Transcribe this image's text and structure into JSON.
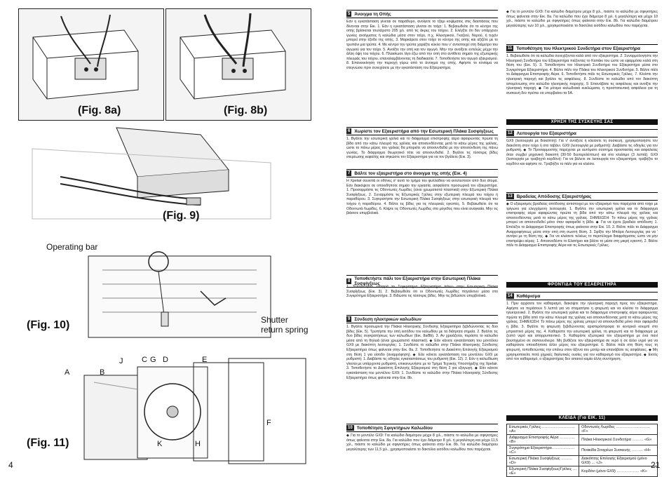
{
  "page": {
    "left_number": "4",
    "right_number": "21"
  },
  "figures": {
    "fig8a": "(Fig. 8a)",
    "fig8b": "(Fig. 8b)",
    "fig9": "(Fig. 9)",
    "fig10": "(Fig. 10)",
    "fig11": "(Fig. 11)",
    "operating_bar": "Operating bar",
    "shutter_return_spring": "Shutter\nreturn spring",
    "letters": [
      "A",
      "B",
      "J",
      "C",
      "G",
      "D",
      "E",
      "F",
      "K",
      "H"
    ]
  },
  "col1": {
    "s5": {
      "num": "5",
      "title": "Άνοιγμα τη Οπής",
      "text": "Εάν η εγκατάσταση γίνεται σε παράθυρο, ανοίγετε το τζάμι κοψίματος στις διαστάσεις που δίνονται στην Εικ. 1. Εάν η εγκατάσταση γίνεται σε τοίχο: 1. Βεβαιωθείτε ότι το κέντρο της οπής βρίσκεται τουλάχιστο 205 χιλ. από τις άκρες του τοίχου. 2. Ελέγξτε ότι δεν υπάρχουν γωνίες ανοίγματος ή καλώδια μέσα στον τοίχο, π.χ. Ηλεκτρικού, Γκαζιού, Νερού, ή τυχόν μπορεί στην έξοδο της οπής. 3. Μαρκάρετε στον τοίχο το κέντρο της οπής και αξιζέτε με το τρυπάνι μια τρύπα. 4. Με κέντρο την τρύπα χαράξτε κύκλο που ν' αντιστοιχεί στη διάμετρο του αγωγού για τον τοίχο. 5. Ανοίξτε την οπή και τον αγωγό. Μην την ανοίξετε εντελώς μέχρι την άλλη όψη του τοίχου. 6. Πλαισίωσε λίγο έξω από την οπή στο αντίθετο σημείο της εξωτερικής πλευράς του τοίχου, επαναλαμβάνοντας τη διαδικασία. 7. Τοποθετήστε τον αγωγό εξαερισμού. 8. Επανεκκίνηση την περιοχή γύρω από το άνοιγμα της οπής. Αφήστε το κονίαμα να στεγνώσει πριν συνεχίσετε με την εγκατάσταση του Εξαεριστήρα."
    },
    "s6": {
      "num": "6",
      "title": "Χωρίστε τον Εξαεριστήρα από την Εσωτερική Πλάκα Συσφίγξεως",
      "text": "1. Βγάλτε την εσωτερική γρίλια και το διάφραγμα επιστροφής αέρα αφαιρώντας πρώτα τη βίδα από την κάτω πλευρά της γρίλιας και αποσυνδέοντας μετά το κάτω μέρος της γρίλιας, ώστε το πάνω μέρος του γρίλιας θα μπορείτε να αποσυνδεθεί με την αποσύνδεση της πάνω γωνίας. Το διάφραγμα θεωρητικό τότε να αποσυνδεθεί. 2. Βγάλτε τις τέσσερις βίδες στερέωσης κεφαλής και σηκώστε τον Εξαεριστήρα για να τον βγάλετε (Εικ. 3)."
    },
    "s7": {
      "num": "7",
      "title": "Βάλτε τον εξαεριστήρα στο άνοιγμα της οπής (Εικ. 4)",
      "text": "Η Xpelair συνιστά οι οθόνες σ' αυτό το τμήμα του φυλλαδίου να εκτελεστούν από δυο άτομα. Εάν διακόψετε σε οποιοδήποτε σημείο την εργασία, ασφαλίστε προσωρινά τον εξαεριστήρα. 1. Προσαρμόστε τις Οδοντωτές Λωρίδες (είναι χρωματιστά πλαστικά) στην Εξωτερική Πλάκα Συσφίγξεως. 2. Συναρμόστε τις Εξωτερικές Γρίλιες στην εξωτερική πλευρά του τοίχου ή παραθύρου. 3. Συγκρατήστε την Εσωτερική Πλάκα Συσφίγξεως στην εσωτερική πλευρά του τοίχου ή παραθύρου. 4. Βάλτε τις βίδες για τις πλευρικές εγκοπές. 5. Βεβαιωθείτε ότι τα Οδοντωτά Λωρίδες. 6. Κόψτε τις Οδοντωτές Λωρίδες στο μέγεθος που είναι αναγκαία. Μην τις βιάσετε υπερβολικά."
    },
    "s8": {
      "num": "8",
      "title": "Τοποθετήστε πάλι τον Εξαεριστήρα στην Εσωτερική Πλάκα Συσφίγξεως",
      "text": "1. Τοποθετήστε ελαφρά το Συγκρότημα Εξαεριστήρα πάνω στην Εσωτερική Πλάκα Συσφίγξεως (Εικ. 3). 2. Βεβαιωθείτε ότι οι Οδοντωτές Λωρίδες πηγαίνουν μέσα στο Συγκρότημα Εξαεριστήρα. 3. Βιδώστε τις τέσσερις βίδες. Μην τις βιδώσετε υπερβολικά."
    },
    "s9": {
      "num": "9",
      "title": "Σύνδεση ηλεκτρικών καλωδίων",
      "text": "1. Βγάλτε προσωρινά την Πλάκα Ηλεκτρικής Σύνδεσης Εξαεριστήρα ξεβιδώνοντας τις δύο βίδες (Εικ. 5). Τρυπήστε την οπή εισόδου του καλωδίου με τα διάτρητα σημεία. 2. Βγάλτε τις δυο βίδες συγκρατήσεως των καλωδίων (Εικ. 8a/8b). 3. Αν χρειάζεται, περάστε το καλώδιο μέσα από τη θηλειά (είναι χρωματιστό πλαστικό). ◆ Εάν κάνετε εγκατάσταση του μοντέλου GX9 με διακόπτη λειτουργίας: 1. Συνδέστε το καλώδιο στην Πλάκα Ηλεκτρικής Σύνδεσης Εξαεριστήρα όπως φαίνεται στην Εικ. 8a. 2. Τοποθετήστε το Διακόπτη Επιλογής Εξαερισμού στη θέση 1 για είσοδο (αναρρόφηση). ◆ Εάν κάνετε εγκατάσταση του μοντέλου GX9 με ρυθμιστή: 1. Διαβάστε τις οδηγίες εγκαταστάσεως του ρυθμιστή (Εικ. 12). 2. Εάν η καλωδίωση γίνεται με υπάρχοντα ρυθμιστή, επικοινωνήστε με το Τμήμα Τεχνικής Υποστήριξης της Xpelair. 3. Τοποθετήστε το Διακόπτη Επιλογής Εξαερισμού στη θέση 2 για εξαγωγή. ◆ Εάν κάνετε εγκατάσταση του μοντέλου GX9: 1. Συνδέστε το καλώδιο στην Πλάκα Ηλεκτρικής Σύνδεσης Εξαεριστήρα όπως φαίνεται στην Εικ. 8b."
    },
    "s10": {
      "num": "10",
      "title": "Τοποθέτηση Σφιγκτήρων Καλωδίου",
      "text": "◆ Για το μοντέλο GX9: Για καλώδιο διαμέτρου μέχρι 8 χιλ., πιάστε το καλώδιο με σφιγκτήρες όπως φαίνεται στην Εικ. 8a. Για καλώδιο που έχει διάμετρο 8 χιλ. ή μεγαλύτερη και μέχρι 11,5 χιλ., πιάστε το καλώδιο με σφιγκτήρες όπως φαίνεται στην Εικ. 8b. Για καλώδιο διαμέτρου μεγαλύτερης των 11,5 χιλ., χρησιμοποιείστε το δακτύλιο εισόδου καλωδίου που παρέχεται."
    }
  },
  "col2": {
    "intro": {
      "text": "◆ Για το μοντέλο GX9: Για καλώδιο διαμέτρου μέχρι 8 χιλ., πιάστε το καλώδιο με σφιγκτήρες όπως φαίνεται στην Εικ. 8a. Για καλώδιο που έχει διάμετρο 8 χιλ. ή μεγαλύτερη και μέχρι 10 χιλ., πιάστε το καλώδιο με σφιγκτήρες όπως φαίνεται στην Εικ. 8b. Για καλώδιο διαμέτρου μεγαλύτερης των 10 χιλ., χρησιμοποιείστε το δακτύλιο εισόδου καλωδίου που παρέχεται."
    },
    "s11": {
      "num": "11",
      "title": "Τοποθέτηση του Ηλεκτρικού Συνδετήρα στον Εξαεριστήρα",
      "text": "1. Βεβαιωθείτε ότι τα καλώδια συνεχίζονται καλά από τον εξαεριστήρα. 2. Συναρμολογήστε την Ηλεκτρική Συνδετήρα του Εξαεριστήρα πιέζοντας το Καπάκι του ώστε να εφαρμόσει καλά στη θέση του (Εικ. 5). 3. Τοποθετήστε τον Ηλεκτρικό Συνδετήρα του Εξαεριστήρα μέσα στο Συγκρότημα Εξαεριστήρα. 4. Βάλτε πάλι την Πλάκα του Ηλεκτρικού Συνδετήρα. 5. Βάλτε πάλι το Διάφραγμα Επιστροφής Αέρα. 6. Τοποθετήστε πάλι τις Εσωτερικές Γρίλιες. 7. Κλείστε την ηλεκτρική παροχή και βγάλτε τις ασφάλειες. 8. Συνδέστε το καλώδιο από τον διακόπτη απομόνωσης στο καλώδιο ηλεκτρικής παροχής. 9. Επανάβατε τις ασφάλειες και ανοίξτε την ηλεκτρική παροχή. ◆ Για μόνιμα καλωδιακά κυκλώματα, η προστατευτική ασφάλεια για τη συσκευή δεν πρέπει να υπερβαίνει τα 5A."
    },
    "bar1": "ΧΡΗΣΗ ΤΗΣ ΣΥΣΚΕΥΗΣ ΣΑΣ",
    "s12": {
      "num": "12",
      "title": "Λειτουργία του Εξαεριστήρα",
      "text": "GX9 (λειτουργία με διακόπτη): Για ν' ανοίξετε ή κλείσετε τη συσκευή, χρησιμοποιήστε τον διακόπτη στον τοίχο ή στο ταβάνι. GX9 (λειτουργία με ρυθμιστή): Διαβάστε τις οδηγίες για τον ρυθμιστή. ◆ Το Προσαρμοστής παρέχεται με αυτόματο σύστημα προστασίας και ασφαλείας όταν συμβεί μηχανική διακοπή (30-50 δευτερολέπτων) και στο κλείσιμο (3 λεπτά). GX9 (λειτουργία με τραβηχτό κορδόνι): Για να βάλετε σε λειτουργία τον εξαεριστήρα, τραβήξτε το κορδόνι και αφήστε το. Τραβήξτε το πάλι για να κλείσει."
    },
    "s13": {
      "num": "13",
      "title": "Βραδείας Απόδοσης Εξαεριστήρας",
      "text": "◆ Ο εξαερισμός βραδείας απόδοσης αντιστοιχεί με τον εξαερισμό που παρέχεται από τοίχο με τρίγωνο για ελεγχόμενη λειτουργία. 1. Βγάλτε την εσωτερική γρίλια και το διάφραγμα επιστροφής αέρα αφαιρώντας πρώτα τη βίδα από την κάτω πλευρά της γρίλιας και αποσυνδέοντας μετά το κάτω μέρος της γρίλιας. ΣΗΜΕΙΩΣΗ: Το πάνω μέρος της γρίλιας μπορεί να αποσυνδεθεί μόνο όταν αφαιρεθεί η βίδα. ◆ Για να έχετε βραδεία απόδοση: 1. Επιλέξτε το Διάφραγμα Επιστροφής όπως φαίνεται στην Εικ. 10. 2. Βάλτε πάλι το Διάφραγμα Αναρροφήσεως μέσα στην οπή στη σωστή θέση. 3. Σφίξτε την Μπάρα Λειτουργίας για να ' ανοίγει με τη θέση της. ◆ Για να κλείσετε τελείως το περιτύλιγμα διαφράγματος ώστε να μην επιστρέψει αέρας: 1. Αποσυνδέστε το Ελατήριο και βάλτε το μέσα στη μικρή εγκοπή. 2. Βάλτε πάλι το Διάφραγμα Επιστροφής Αέρα και τις Εσωτερικές Γρίλιες."
    },
    "bar2": "ΦΡΟΝΤΙΔΑ ΤΟΥ ΕΞΑΕΡΙΣΤΗΡΑ",
    "s14": {
      "num": "14",
      "title": "Καθάρισμα",
      "text": "1. Πριν αρχίσετε τον καθαρισμό, διακόψτε την ηλεκτρική παροχή προς τον εξαεριστήρα. Αφήστε να περάσουν 5 λεπτά για να σταματήσει η φτερωτή και να κλείσει το διάφραγμα ηλεκτρονικό. 2. Βγάλτε την εσωτερική γρίλια και το διάφραγμα επιστροφής αέρα αφαιρώντας πρώτα τη βίδα από την κάτω πλευρά της γρίλιας και αποσυνδέοντας μετά το κάτω μέρος της γρίλιας. ΣΗΜΕΙΩΣΗ: Το πάνω μέρος της γρίλιας μπορεί να αποσυνδεθεί μόνο όταν αφαιρεθεί η βίδα. 3. Βγάλτε τη φτερωτή ξεβιδώνοντας αριστερόστροφα το κεντρικό κουμπί στο μπροστινό μέρος της. 4. Καθαρίστε την εσωτερική γρίλια, τη φτερωτή και το διάφραγμα με ζεστό νερό και απορρυπαντικό. 5. Καθαρίστε εξωτερικά τον εξαεριστήρα με ένα πανί βουτηγμένο σε σαπουνόνερο. Μη βυθίζετε τον εξαεριστήρα σε νερό ή σε άλλο υγρό για να καθαρίσετε οποιοδήποτε άλλο μέρος του εξαεριστήρα. 6. Βάλτε πάλι στη θέση τους τη φτερωτή, τοποθετώντας την επάνω στον άξονα του μοτέρ και επανάβατε τις ασφάλειες. ◆ Μη χρησιμοποιείτε ποτέ χημικές διαλυτικές ουσίες για τον καθαρισμό του εξαεριστήρα. ◆ Εκτός από τον καθαρισμό, ο εξαεριστήρας δεν απαιτεί καμία άλλη συντήρηση."
    },
    "bar3": "ΚΛΕΙΔΑ (Για ΕΙΚ. 11)",
    "key_table": [
      [
        "Εσωτερικές Γρίλιες……………………… «A»",
        "Οδοντωτές Λωρίδες ……………………… «F»"
      ],
      [
        "Διάφραγμα Επιστροφής Αέρα ………… «B»",
        "Πλάκα Ηλεκτρικού Συνδετήρα ……… «G»"
      ],
      [
        "Συγκρότημα Εξαεριστήρα……………… «C»",
        "Πινακίδα Στοιχείων Συσκευής ……… «H»"
      ],
      [
        "Εσωτερική Πλάκα Συσφίγξεως ……… «D»",
        "Διακόπτης Επιλογής Εξαερισμού (μόνο GX9) … «J»"
      ],
      [
        "Εξωτερική Πλάκα Συσφίγξεως/Γρίλιες … «E»",
        "Κορδόνι (μόνο GX9) ……………… «K»"
      ]
    ]
  },
  "colors": {
    "ink": "#111111",
    "panel": "#f7f7f7",
    "bar": "#111111"
  }
}
